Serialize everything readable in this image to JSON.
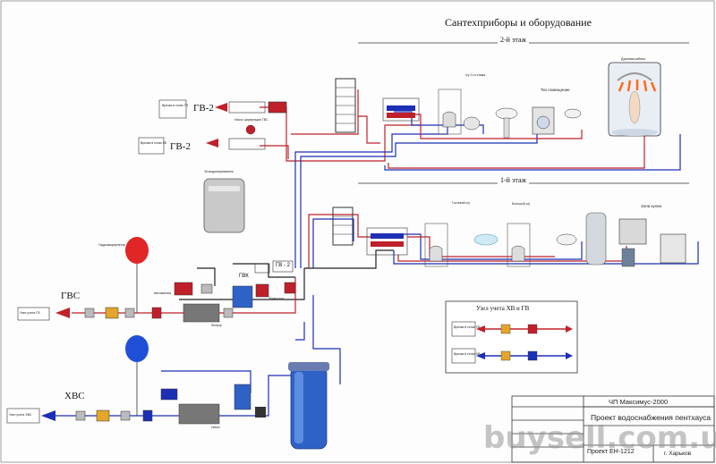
{
  "diagram": {
    "title": "Сантехприборы и оборудование",
    "floor_2_label": "2-й этаж",
    "floor_1_label": "1-й этаж",
    "gvs_label": "ГВС",
    "hvs_label": "ХВС",
    "gv2_top_label": "ГВ-2",
    "gv2_mid_label": "ГВ-2",
    "gv2_pipe_label": "ГВ - 2",
    "gvk_label": "ГВК",
    "meter_node_title": "Узел учета ХВ и ГВ",
    "tech_room_label": "Тех помещение",
    "su2_label": "с/у 2-го этажа",
    "guest_su_label": "Гостевой с/у",
    "big_su_label": "Большой с/у",
    "kitchen_label": "Зона кухни",
    "shower_label": "Душевая кабина",
    "heater_label": "Эл.водонагреватель",
    "filter_label": "Фильтр",
    "pump_label": "Насос",
    "tank_label": "Гидроаккумулятор",
    "auto_label": "Автоматика",
    "riser_gv_label": "Врезка в стояк ГВ",
    "riser_hv_label": "Врезка в стояк ХВ",
    "meter_gv_label": "Узел учета ГВ",
    "meter_hv_label": "Узел учета ХВС",
    "thermostat_label": "Термостат",
    "circ_pump_label": "Насос циркуляции ГВС"
  },
  "stamp": {
    "company": "ЧП Максимус-2000",
    "project": "Проект водоснабжения пентхауса",
    "code": "Проект ЕН-1212",
    "city": "г. Харьков"
  },
  "watermark": "buysell.com.ua",
  "colors": {
    "hot_pipe": "#c0202a",
    "cold_pipe": "#1d2fb5",
    "return_pipe": "#222222",
    "tank_red": "#e02626",
    "tank_blue": "#1f4fd6",
    "filter_body": "#2f62c7"
  }
}
